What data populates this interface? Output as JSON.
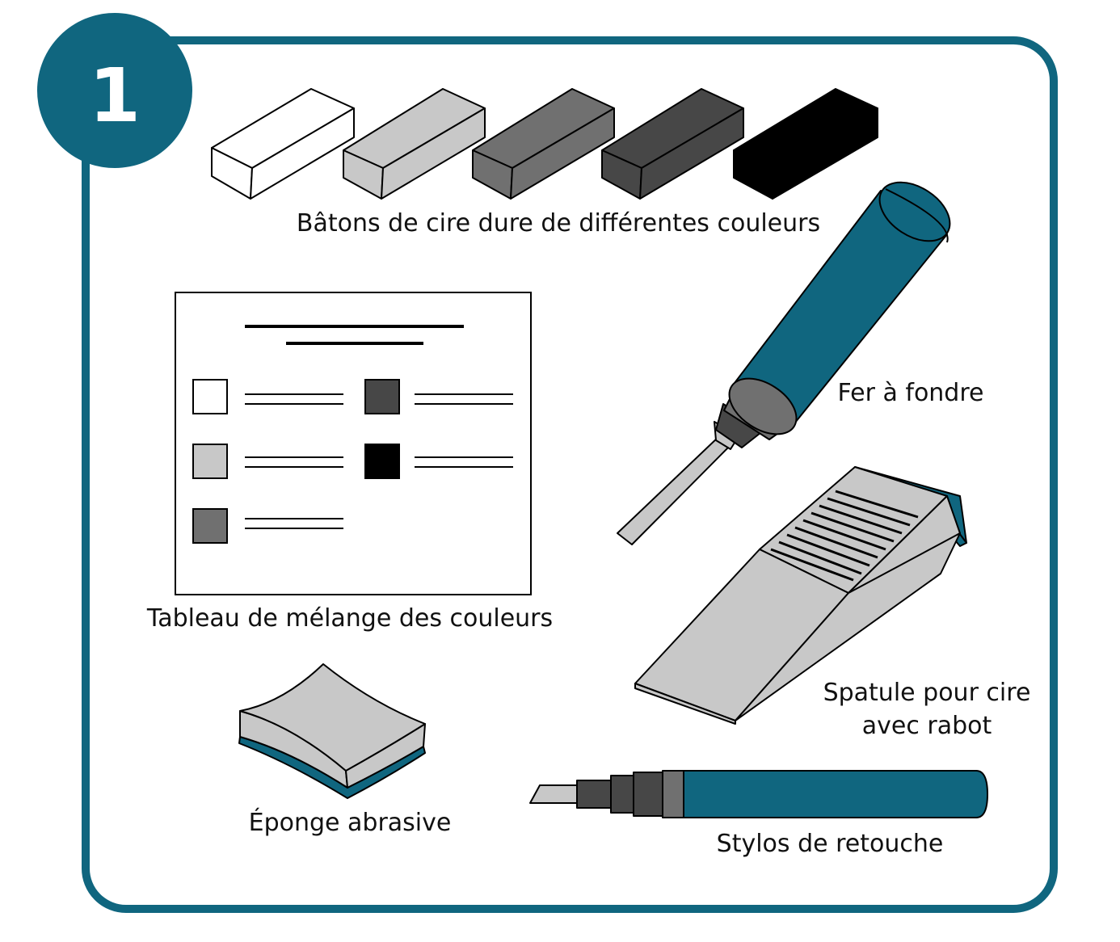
{
  "step_number": "1",
  "colors": {
    "frame": "#10667f",
    "white": "#ffffff",
    "light_gray": "#c8c8c8",
    "mid_gray": "#707070",
    "dark_gray": "#474747",
    "black": "#000000"
  },
  "items": {
    "wax_sticks": {
      "label": "Bâtons de cire dure de différentes couleurs"
    },
    "melting_iron": {
      "label": "Fer à fondre"
    },
    "color_chart": {
      "label": "Tableau de mélange des couleurs"
    },
    "spatula": {
      "label_line1": "Spatule pour cire",
      "label_line2": "avec rabot"
    },
    "sponge": {
      "label": "Éponge abrasive"
    },
    "touchup_pen": {
      "label": "Stylos de retouche"
    }
  }
}
